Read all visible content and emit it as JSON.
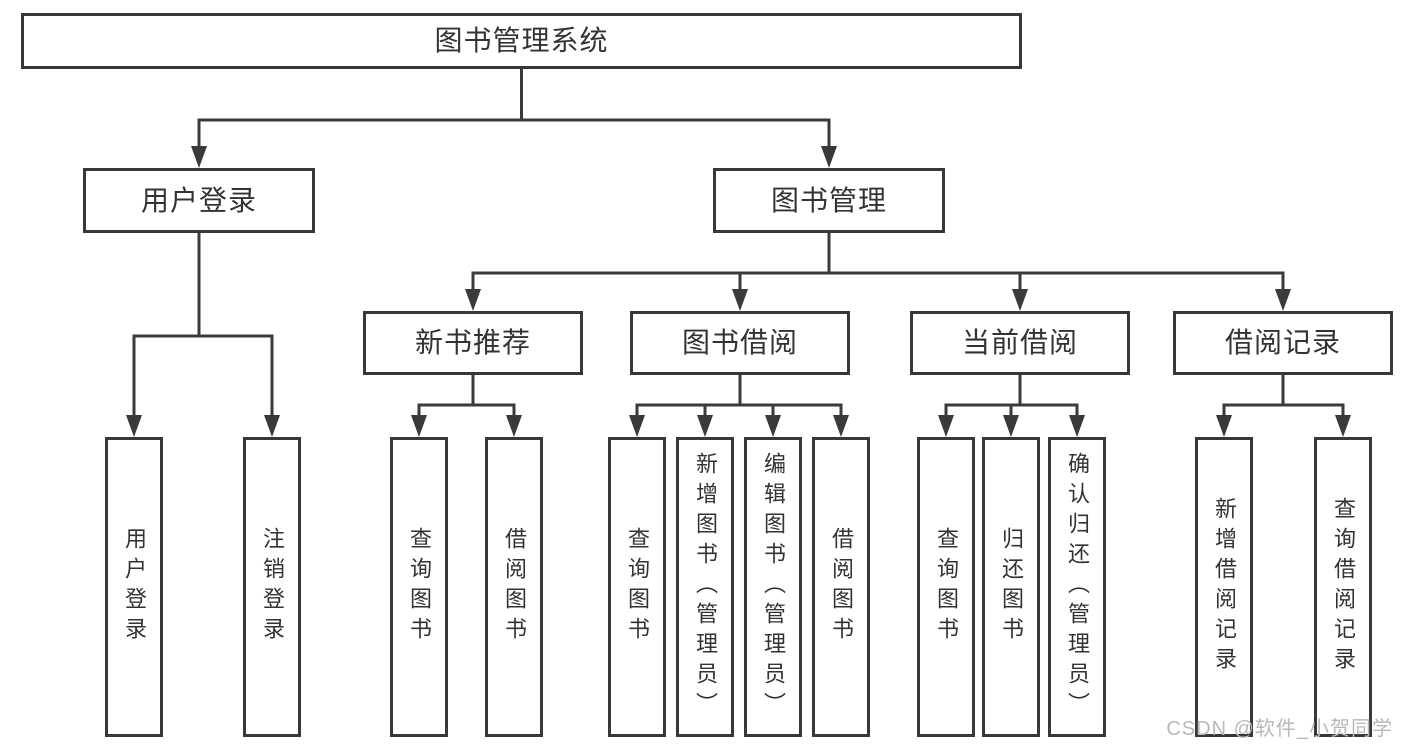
{
  "diagram_type": "hierarchy-tree",
  "tree": {
    "root": {
      "label": "图书管理系统",
      "children": [
        {
          "label": "用户登录",
          "children": [
            {
              "label": "用户登录"
            },
            {
              "label": "注销登录"
            }
          ]
        },
        {
          "label": "图书管理",
          "children": [
            {
              "label": "新书推荐",
              "children": [
                {
                  "label": "查询图书"
                },
                {
                  "label": "借阅图书"
                }
              ]
            },
            {
              "label": "图书借阅",
              "children": [
                {
                  "label": "查询图书"
                },
                {
                  "label": "新增图书（管理员）"
                },
                {
                  "label": "编辑图书（管理员）"
                },
                {
                  "label": "借阅图书"
                }
              ]
            },
            {
              "label": "当前借阅",
              "children": [
                {
                  "label": "查询图书"
                },
                {
                  "label": "归还图书"
                },
                {
                  "label": "确认归还（管理员）"
                }
              ]
            },
            {
              "label": "借阅记录",
              "children": [
                {
                  "label": "新增借阅记录"
                },
                {
                  "label": "查询借阅记录"
                }
              ]
            }
          ]
        }
      ]
    }
  },
  "watermark": {
    "text": "CSDN @软件_小贺同学"
  },
  "colors": {
    "line": "#3a3a3a",
    "box_border": "#383838",
    "text": "#333333",
    "watermark": "#b9b9b9",
    "background": "#ffffff"
  }
}
